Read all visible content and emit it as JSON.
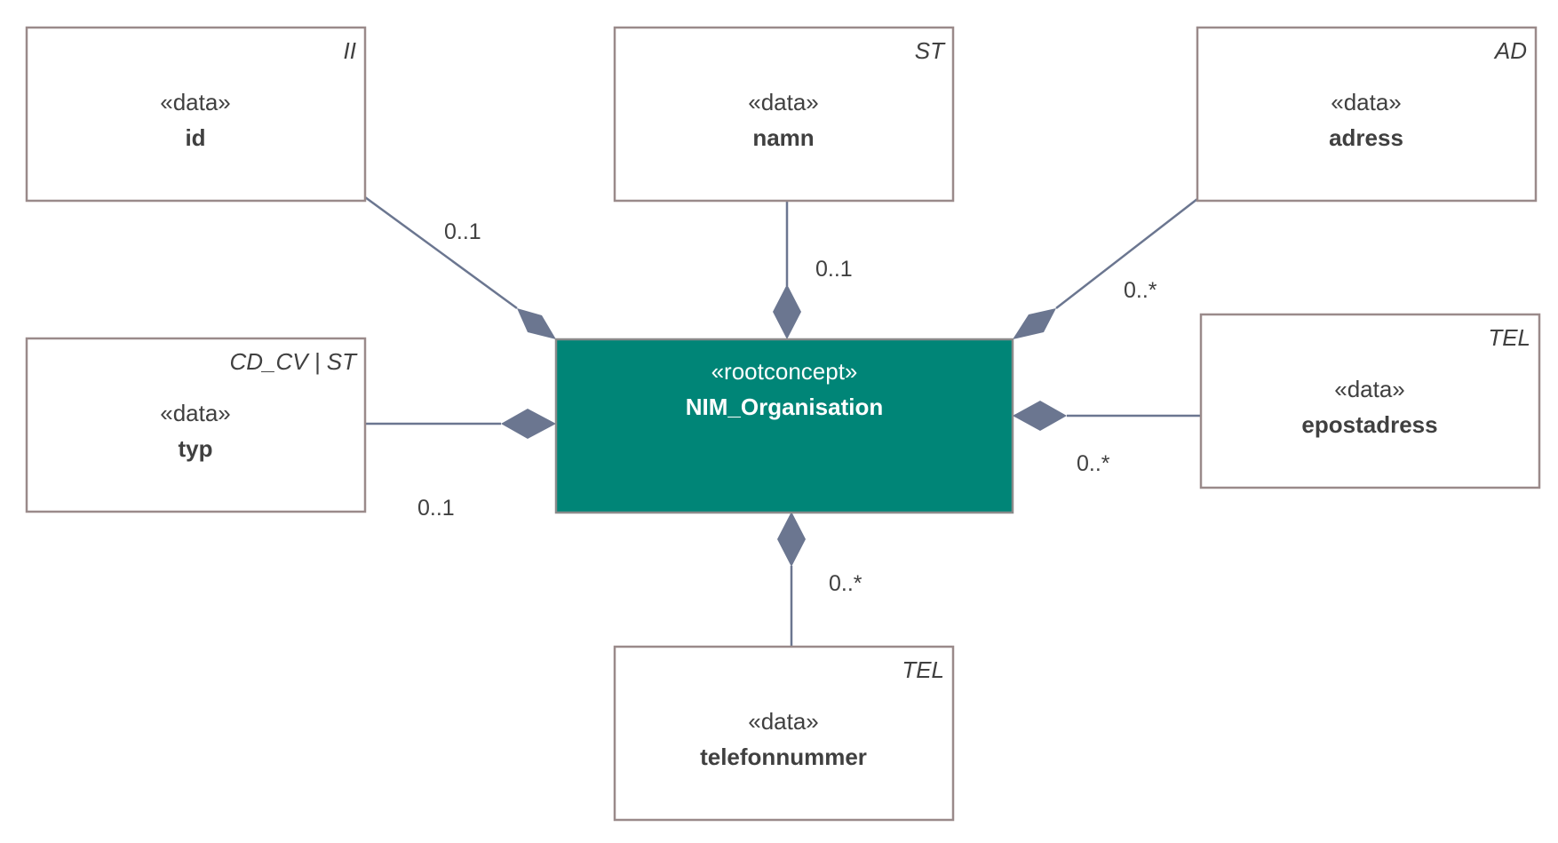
{
  "root": {
    "stereotype": "«rootconcept»",
    "name": "NIM_Organisation",
    "fill_color": "#008577"
  },
  "classes": [
    {
      "key": "id",
      "type": "II",
      "stereotype": "«data»",
      "name": "id",
      "multiplicity": "0..1"
    },
    {
      "key": "namn",
      "type": "ST",
      "stereotype": "«data»",
      "name": "namn",
      "multiplicity": "0..1"
    },
    {
      "key": "adress",
      "type": "AD",
      "stereotype": "«data»",
      "name": "adress",
      "multiplicity": "0..*"
    },
    {
      "key": "typ",
      "type": "CD_CV | ST",
      "stereotype": "«data»",
      "name": "typ",
      "multiplicity": "0..1"
    },
    {
      "key": "epostadress",
      "type": "TEL",
      "stereotype": "«data»",
      "name": "epostadress",
      "multiplicity": "0..*"
    },
    {
      "key": "telefonnummer",
      "type": "TEL",
      "stereotype": "«data»",
      "name": "telefonnummer",
      "multiplicity": "0..*"
    }
  ],
  "connector_color": "#6b7690"
}
